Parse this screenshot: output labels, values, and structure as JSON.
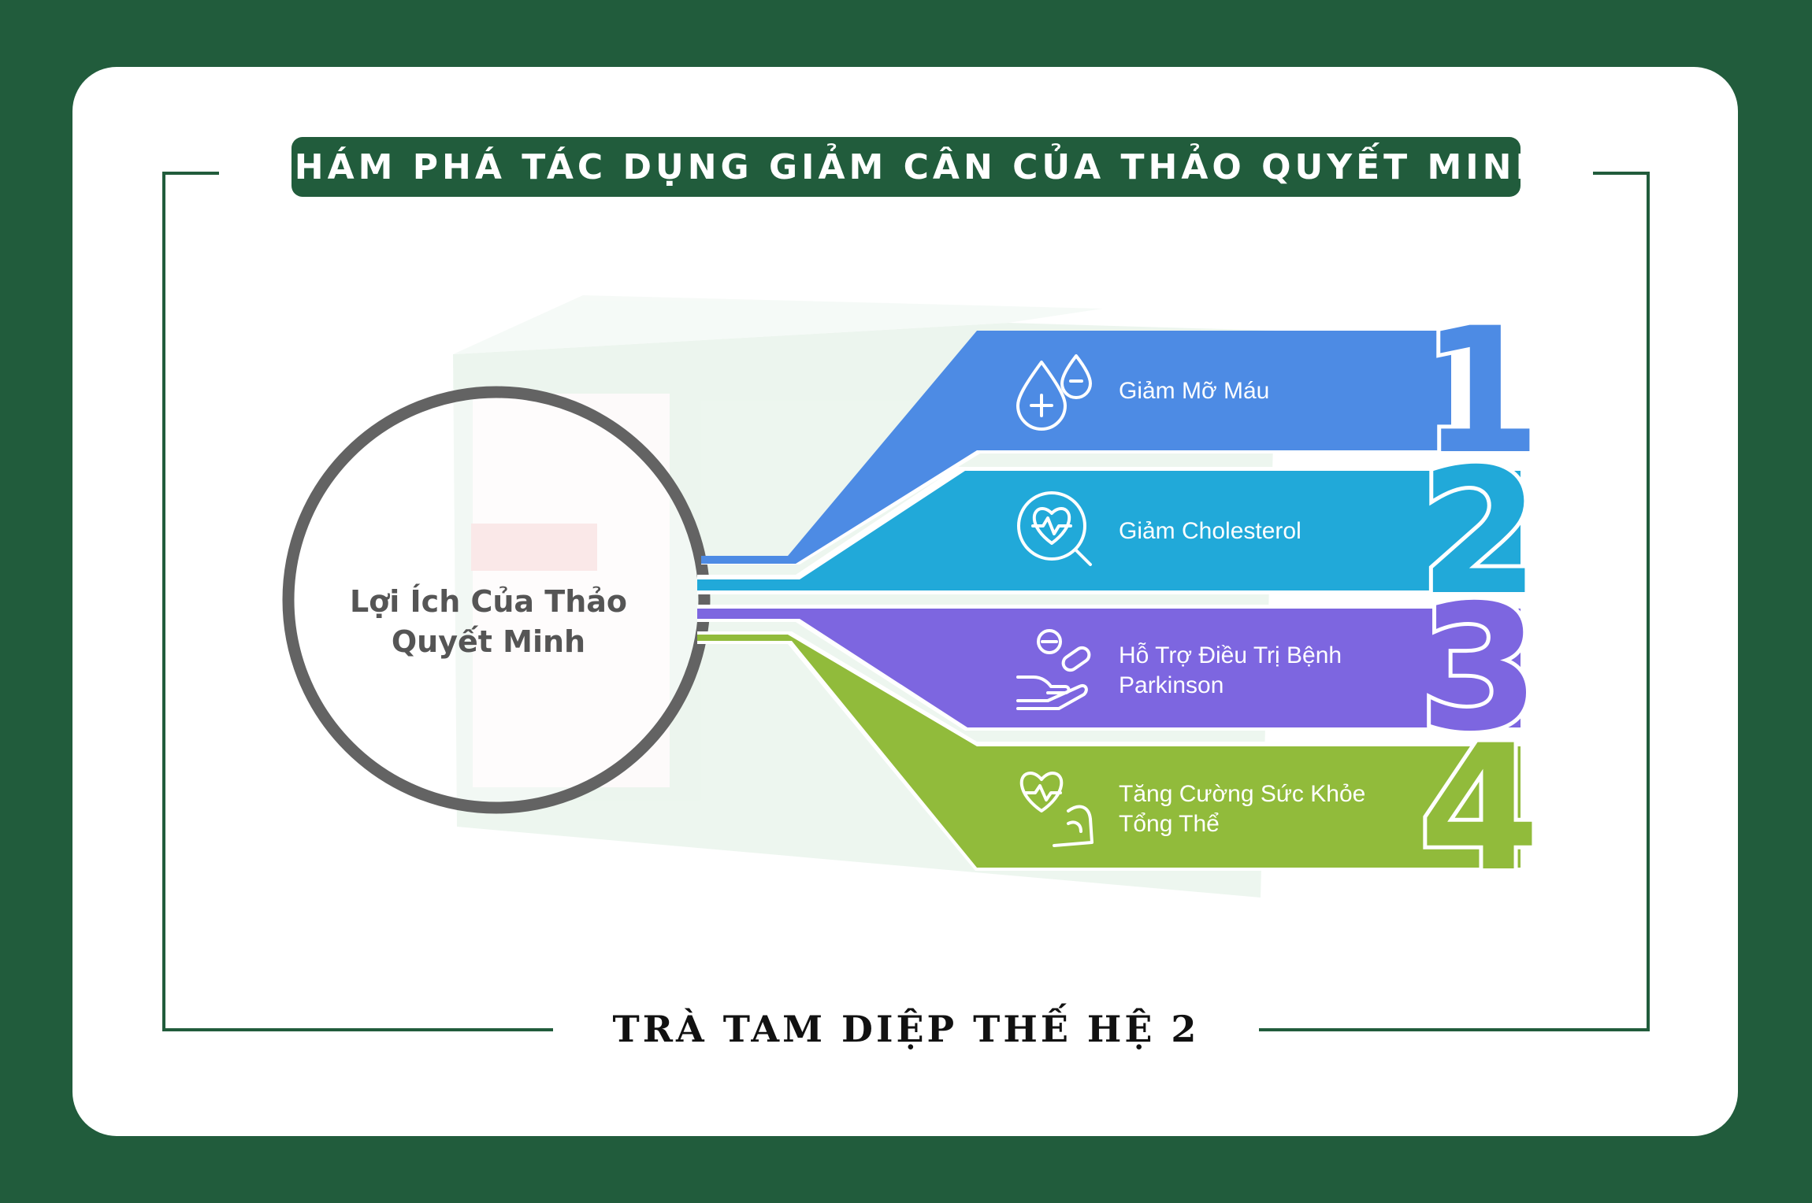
{
  "banner": {
    "title": "KHÁM PHÁ TÁC DỤNG GIẢM CÂN CỦA THẢO QUYẾT MINH"
  },
  "footer": {
    "brand": "TRÀ TAM DIỆP THẾ HỆ 2"
  },
  "center": {
    "label": "Lợi Ích Của Thảo Quyết Minh"
  },
  "colors": {
    "background": "#215c3c",
    "card": "#ffffff",
    "circle_ring": "#636363",
    "item_1": "#4d8be4",
    "item_2": "#21a9d9",
    "item_3": "#7d66e0",
    "item_4": "#91bb3b"
  },
  "benefits": [
    {
      "number": "1",
      "label": "Giảm Mỡ Máu",
      "icon": "blood-drops-icon",
      "color": "#4d8be4"
    },
    {
      "number": "2",
      "label": "Giảm Cholesterol",
      "icon": "heart-search-icon",
      "color": "#21a9d9"
    },
    {
      "number": "3",
      "label": "Hỗ Trợ Điều Trị Bệnh Parkinson",
      "icon": "hand-pills-icon",
      "color": "#7d66e0"
    },
    {
      "number": "4",
      "label": "Tăng Cường Sức Khỏe Tổng Thể",
      "icon": "heart-muscle-icon",
      "color": "#91bb3b"
    }
  ]
}
